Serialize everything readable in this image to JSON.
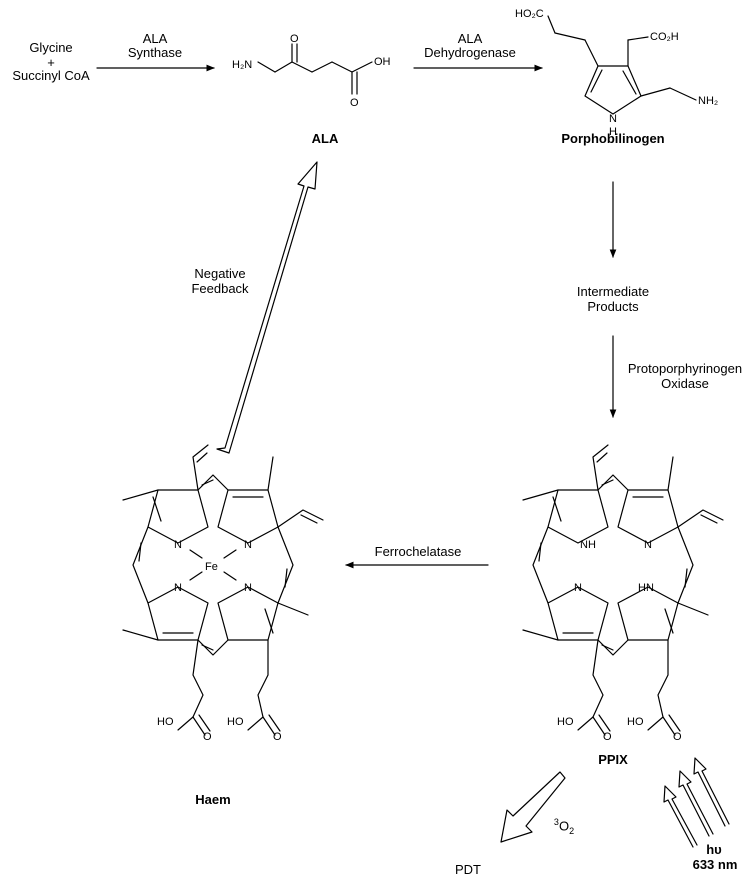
{
  "steps": {
    "start_line1": "Glycine",
    "start_line2": "+",
    "start_line3": "Succinyl CoA",
    "ala_synthase_line1": "ALA",
    "ala_synthase_line2": "Synthase",
    "ala_dehydrogenase_line1": "ALA",
    "ala_dehydrogenase_line2": "Dehydrogenase",
    "intermediate_line1": "Intermediate",
    "intermediate_line2": "Products",
    "protox_line1": "Protoporphyrinogen",
    "protox_line2": "Oxidase",
    "ferrochelatase": "Ferrochelatase",
    "feedback_line1": "Negative",
    "feedback_line2": "Feedback",
    "pdt": "PDT",
    "light_symbol": "hυ",
    "light_wavelength": "633 nm"
  },
  "compounds": {
    "ala": "ALA",
    "porphobilinogen": "Porphobilinogen",
    "haem": "Haem",
    "ppix": "PPIX"
  },
  "oxygen": {
    "superscript": "3",
    "symbol": "O",
    "subscript": "2"
  },
  "atoms": {
    "h2n": "H₂N",
    "ketone_o": "O",
    "oh": "OH",
    "acid_o": "O",
    "ho2c": "HO₂C",
    "co2h": "CO₂H",
    "nh2": "NH₂",
    "n": "N",
    "h": "H",
    "nh": "NH",
    "hn": "HN",
    "fe": "Fe",
    "ho": "HO"
  }
}
